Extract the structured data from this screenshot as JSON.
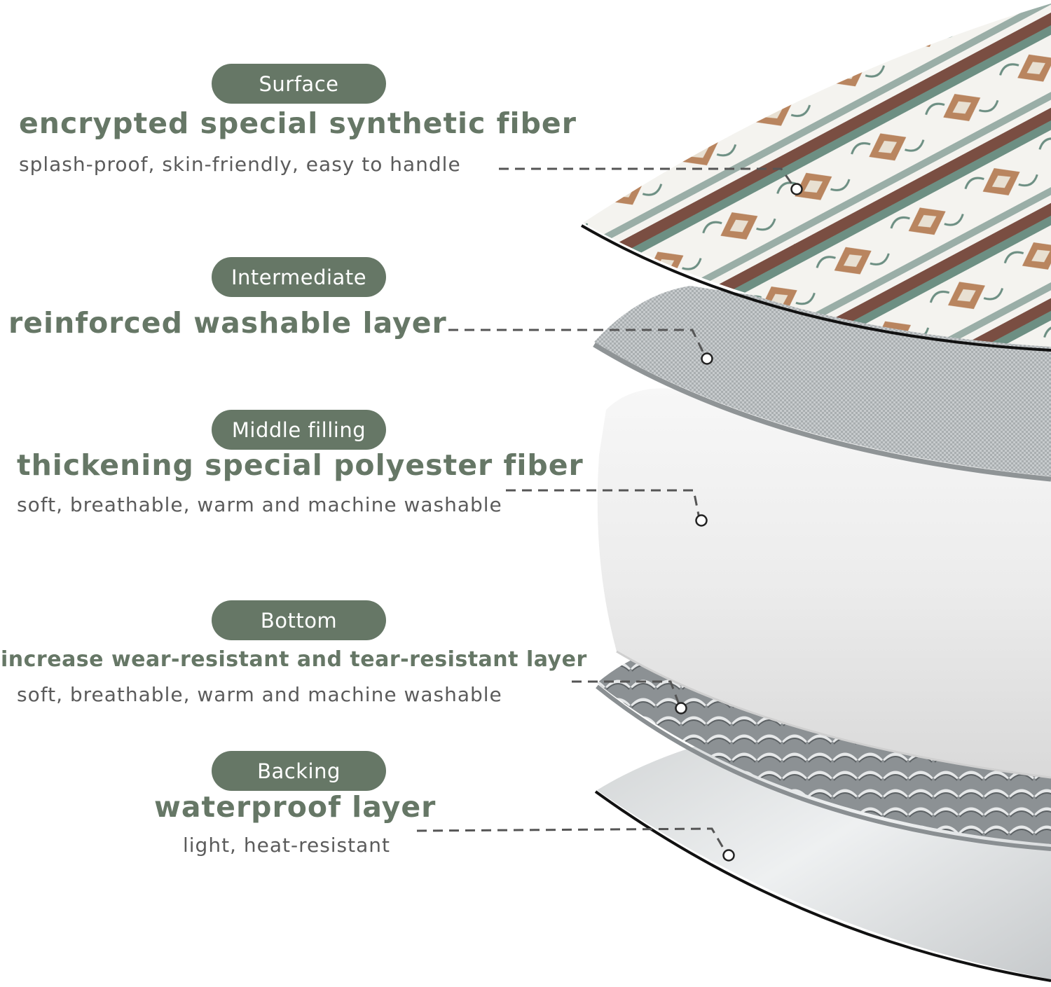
{
  "colors": {
    "accent": "#667766",
    "label_text": "#ffffff",
    "subtitle_text": "#5b5b5b",
    "leader_line": "#555555"
  },
  "layers": [
    {
      "label": "Surface",
      "title": "encrypted special synthetic fiber",
      "subtitle": "splash-proof, skin-friendly, easy to handle"
    },
    {
      "label": "Intermediate",
      "title": "reinforced washable layer",
      "subtitle": ""
    },
    {
      "label": "Middle filling",
      "title": "thickening special polyester fiber",
      "subtitle": "soft, breathable, warm and machine washable"
    },
    {
      "label": "Bottom",
      "title": "increase wear-resistant and tear-resistant layer",
      "subtitle": "soft, breathable, warm and machine washable"
    },
    {
      "label": "Backing",
      "title": "waterproof layer",
      "subtitle": "light, heat-resistant"
    }
  ]
}
